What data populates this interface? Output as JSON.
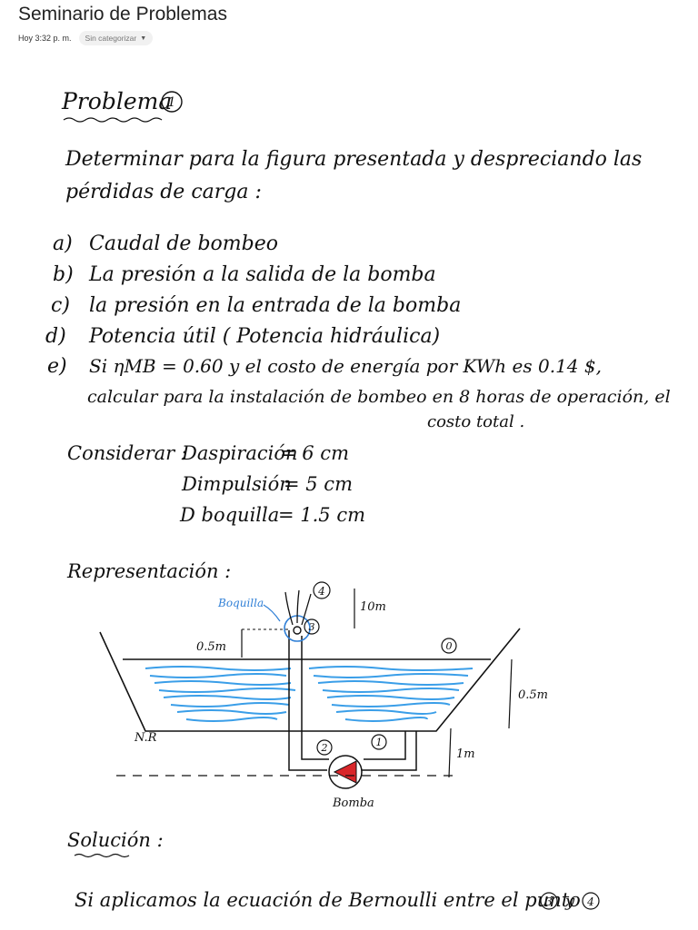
{
  "header": {
    "title": "Seminario de Problemas",
    "timestamp": "Hoy 3:32 p. m.",
    "category": "Sin categorizar",
    "category_icon": "chevron-down-icon"
  },
  "note": {
    "heading": "Problema",
    "heading_number": "1",
    "intro_line1": "Determinar para la figura presentada y despreciando las",
    "intro_line2": "pérdidas de carga :",
    "items": [
      {
        "marker": "a)",
        "text": "Caudal de bombeo"
      },
      {
        "marker": "b)",
        "text": "La presión a la salida de la bomba"
      },
      {
        "marker": "c)",
        "text": "la presión en la entrada de la bomba"
      },
      {
        "marker": "d)",
        "text": "Potencia útil ( Potencia hidráulica)"
      },
      {
        "marker": "e)",
        "text": "Si ηMB = 0.60 y el costo de energía por KWh es 0.14 $,"
      }
    ],
    "item_e_line2": "calcular para la instalación de bombeo en 8 horas de operación, el",
    "item_e_line3": "costo total .",
    "consider_label": "Considerar :",
    "considerations": [
      {
        "name": "Daspiración",
        "value": "= 6 cm"
      },
      {
        "name": "Dimpulsión",
        "value": "= 5 cm"
      },
      {
        "name": "D boquilla",
        "value": "= 1.5 cm"
      }
    ],
    "representation_label": "Representación :",
    "diagram": {
      "nozzle_label": "Boquilla",
      "point_labels": [
        "4",
        "3",
        "0",
        "2",
        "1"
      ],
      "height_top": "10m",
      "height_left": "0.5m",
      "height_right": "0.5m",
      "height_pump": "1m",
      "reference_label": "N.R",
      "pump_label": "Bomba"
    },
    "solution_label": "Solución :",
    "solution_line": "Si aplicamos la ecuación de Bernoulli entre el punto",
    "solution_point_a": "3",
    "solution_conj": "y",
    "solution_point_b": "4"
  },
  "colors": {
    "water": "#3a9ee8",
    "pump": "#d9262a",
    "circle_highlight": "#2f7fd6"
  }
}
